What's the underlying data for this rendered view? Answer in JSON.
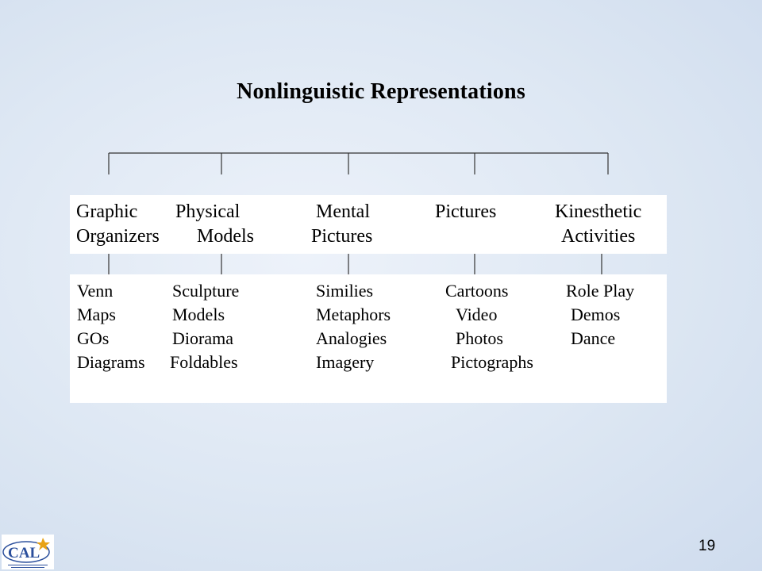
{
  "title": "Nonlinguistic Representations",
  "categories": [
    {
      "line1": "Graphic",
      "line2": "Organizers"
    },
    {
      "line1": "Physical",
      "line2": "Models"
    },
    {
      "line1": "Mental",
      "line2": "Pictures"
    },
    {
      "line1": "Pictures",
      "line2": ""
    },
    {
      "line1": "Kinesthetic",
      "line2": "Activities"
    }
  ],
  "examples": [
    [
      "Venn",
      "Maps",
      "GOs",
      "Diagrams"
    ],
    [
      "Sculpture",
      "Models",
      "Diorama",
      "Foldables"
    ],
    [
      "Similies",
      "Metaphors",
      "Analogies",
      "Imagery"
    ],
    [
      "Cartoons",
      "Video",
      "Photos",
      "Pictographs"
    ],
    [
      "Role Play",
      "Demos",
      "Dance"
    ]
  ],
  "page_number": "19",
  "logo": {
    "text": "CAL",
    "colors": {
      "primary": "#2b4f9c",
      "accent": "#e8a317"
    }
  }
}
